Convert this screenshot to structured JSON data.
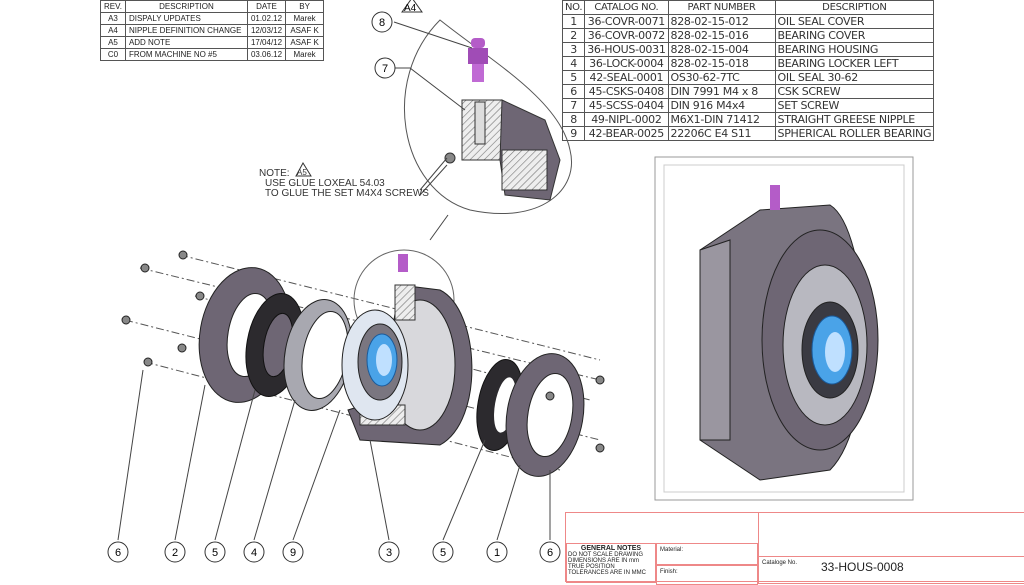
{
  "revision_table": {
    "headers": [
      "REV.",
      "DESCRIPTION",
      "DATE",
      "BY"
    ],
    "rows": [
      [
        "A3",
        "DISPALY UPDATES",
        "01.02.12",
        "Marek"
      ],
      [
        "A4",
        "NIPPLE DEFINITION CHANGE",
        "12/03/12",
        "ASAF K"
      ],
      [
        "A5",
        "ADD NOTE",
        "17/04/12",
        "ASAF K"
      ],
      [
        "C0",
        "FROM MACHINE NO #5",
        "03.06.12",
        "Marek"
      ]
    ]
  },
  "bom": {
    "headers": [
      "NO.",
      "CATALOG NO.",
      "PART NUMBER",
      "DESCRIPTION"
    ],
    "rows": [
      [
        "1",
        "36-COVR-0071",
        "828-02-15-012",
        "OIL SEAL COVER"
      ],
      [
        "2",
        "36-COVR-0072",
        "828-02-15-016",
        "BEARING COVER"
      ],
      [
        "3",
        "36-HOUS-0031",
        "828-02-15-004",
        "BEARING HOUSING"
      ],
      [
        "4",
        "36-LOCK-0004",
        "828-02-15-018",
        "BEARING LOCKER LEFT"
      ],
      [
        "5",
        "42-SEAL-0001",
        "OS30-62-7TC",
        "OIL SEAL 30-62"
      ],
      [
        "6",
        "45-CSKS-0408",
        "DIN 7991 M4 x 8",
        "CSK SCREW"
      ],
      [
        "7",
        "45-SCSS-0404",
        "DIN 916 M4x4",
        "SET SCREW"
      ],
      [
        "8",
        "49-NIPL-0002",
        "M6X1-DIN 71412",
        "STRAIGHT GREESE NIPPLE"
      ],
      [
        "9",
        "42-BEAR-0025",
        "22206C E4 S11",
        "SPHERICAL ROLLER BEARING"
      ]
    ]
  },
  "revision_flags": {
    "top": "A4",
    "note": "A5"
  },
  "note": {
    "label": "NOTE:",
    "line1": "USE GLUE LOXEAL 54.03",
    "line2": "TO GLUE THE SET M4X4 SCREWS"
  },
  "balloons_top": [
    "8",
    "7"
  ],
  "balloons_bottom": [
    "6",
    "2",
    "5",
    "4",
    "9",
    "3",
    "5",
    "1",
    "6"
  ],
  "title_block": {
    "general_notes_title": "GENERAL NOTES",
    "general_notes": "DO NOT SCALE DRAWING DIMENSIONS ARE IN mm TRUE POSITION TOLERANCES ARE IN MMC",
    "material_label": "Material:",
    "finish_label": "Finish:",
    "catalog_label": "Cataloge No.",
    "catalog_no": "33-HOUS-0008"
  },
  "colors": {
    "part": "#6e6674",
    "nipple": "#b45cc8",
    "bearing_inner": "#4aa3e8",
    "title_block_border": "#e88888"
  }
}
